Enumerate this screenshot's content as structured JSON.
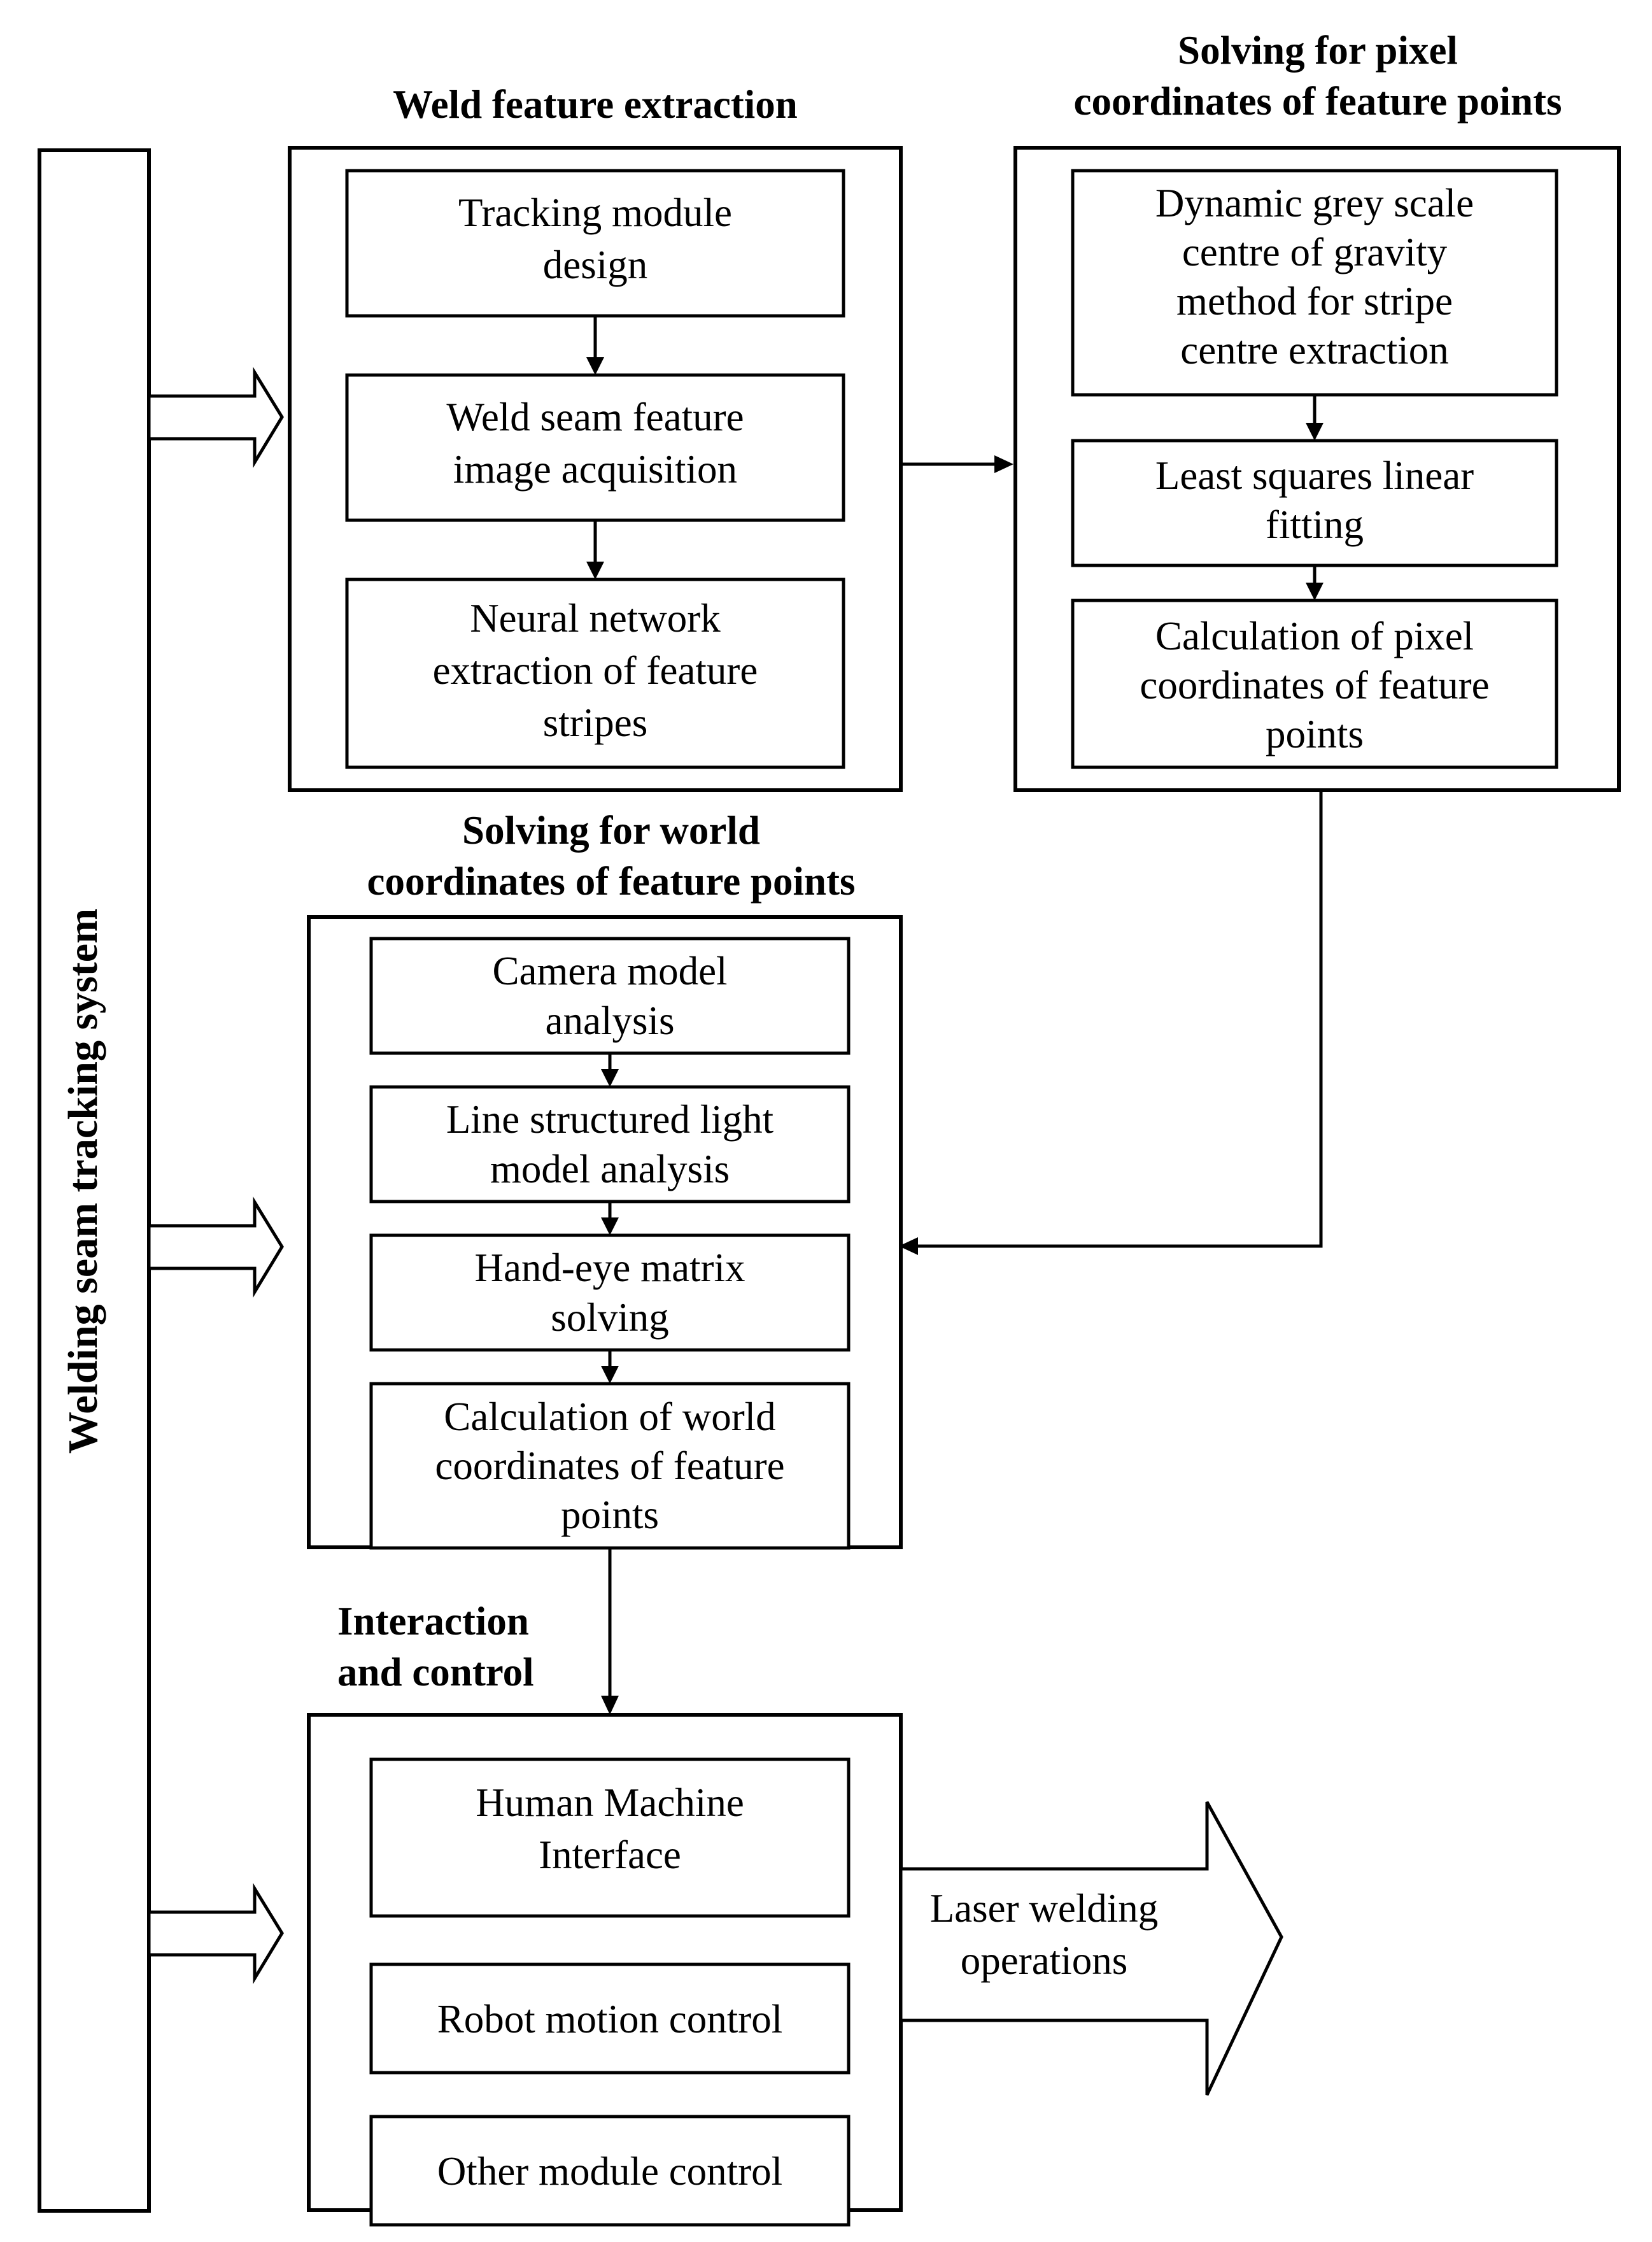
{
  "diagram": {
    "title_vertical": "Welding seam tracking system",
    "groups": [
      {
        "id": "weld-feature-extraction",
        "title": "Weld feature extraction",
        "title_lines": [
          "Weld feature extraction"
        ],
        "nodes": [
          {
            "id": "tracking-module-design",
            "lines": [
              "Tracking module",
              "design"
            ]
          },
          {
            "id": "weld-seam-feature-image-acquisition",
            "lines": [
              "Weld seam feature",
              "image acquisition"
            ]
          },
          {
            "id": "neural-network-extraction-of-feature-stripes",
            "lines": [
              "Neural network",
              "extraction of feature",
              "stripes"
            ]
          }
        ]
      },
      {
        "id": "solving-for-pixel-coordinates",
        "title": "Solving for pixel coordinates of feature points",
        "title_lines": [
          "Solving for pixel",
          "coordinates of feature points"
        ],
        "nodes": [
          {
            "id": "dynamic-grey-scale-centre-of-gravity",
            "lines": [
              "Dynamic grey scale",
              "centre of gravity",
              "method for stripe",
              "centre extraction"
            ]
          },
          {
            "id": "least-squares-linear-fitting",
            "lines": [
              "Least squares linear",
              "fitting"
            ]
          },
          {
            "id": "calculation-of-pixel-coordinates",
            "lines": [
              "Calculation of pixel",
              "coordinates of feature",
              "points"
            ]
          }
        ]
      },
      {
        "id": "solving-for-world-coordinates",
        "title": "Solving for world coordinates of feature points",
        "title_lines": [
          "Solving for world",
          "coordinates of feature points"
        ],
        "nodes": [
          {
            "id": "camera-model-analysis",
            "lines": [
              "Camera model",
              "analysis"
            ]
          },
          {
            "id": "line-structured-light-model-analysis",
            "lines": [
              "Line structured light",
              "model analysis"
            ]
          },
          {
            "id": "hand-eye-matrix-solving",
            "lines": [
              "Hand-eye matrix",
              "solving"
            ]
          },
          {
            "id": "calculation-of-world-coordinates",
            "lines": [
              "Calculation of world",
              "coordinates of feature",
              "points"
            ]
          }
        ]
      },
      {
        "id": "interaction-and-control",
        "title": "Interaction and control",
        "title_lines": [
          "Interaction",
          "and control"
        ],
        "nodes": [
          {
            "id": "human-machine-interface",
            "lines": [
              "Human Machine",
              "Interface"
            ]
          },
          {
            "id": "robot-motion-control",
            "lines": [
              "Robot motion control"
            ]
          },
          {
            "id": "other-module-control",
            "lines": [
              "Other module control"
            ]
          }
        ]
      }
    ],
    "output_arrow": {
      "id": "laser-welding-operations",
      "lines": [
        "Laser welding",
        "operations"
      ]
    },
    "colors": {
      "stroke": "#000000",
      "fill": "#ffffff",
      "text": "#000000"
    }
  }
}
